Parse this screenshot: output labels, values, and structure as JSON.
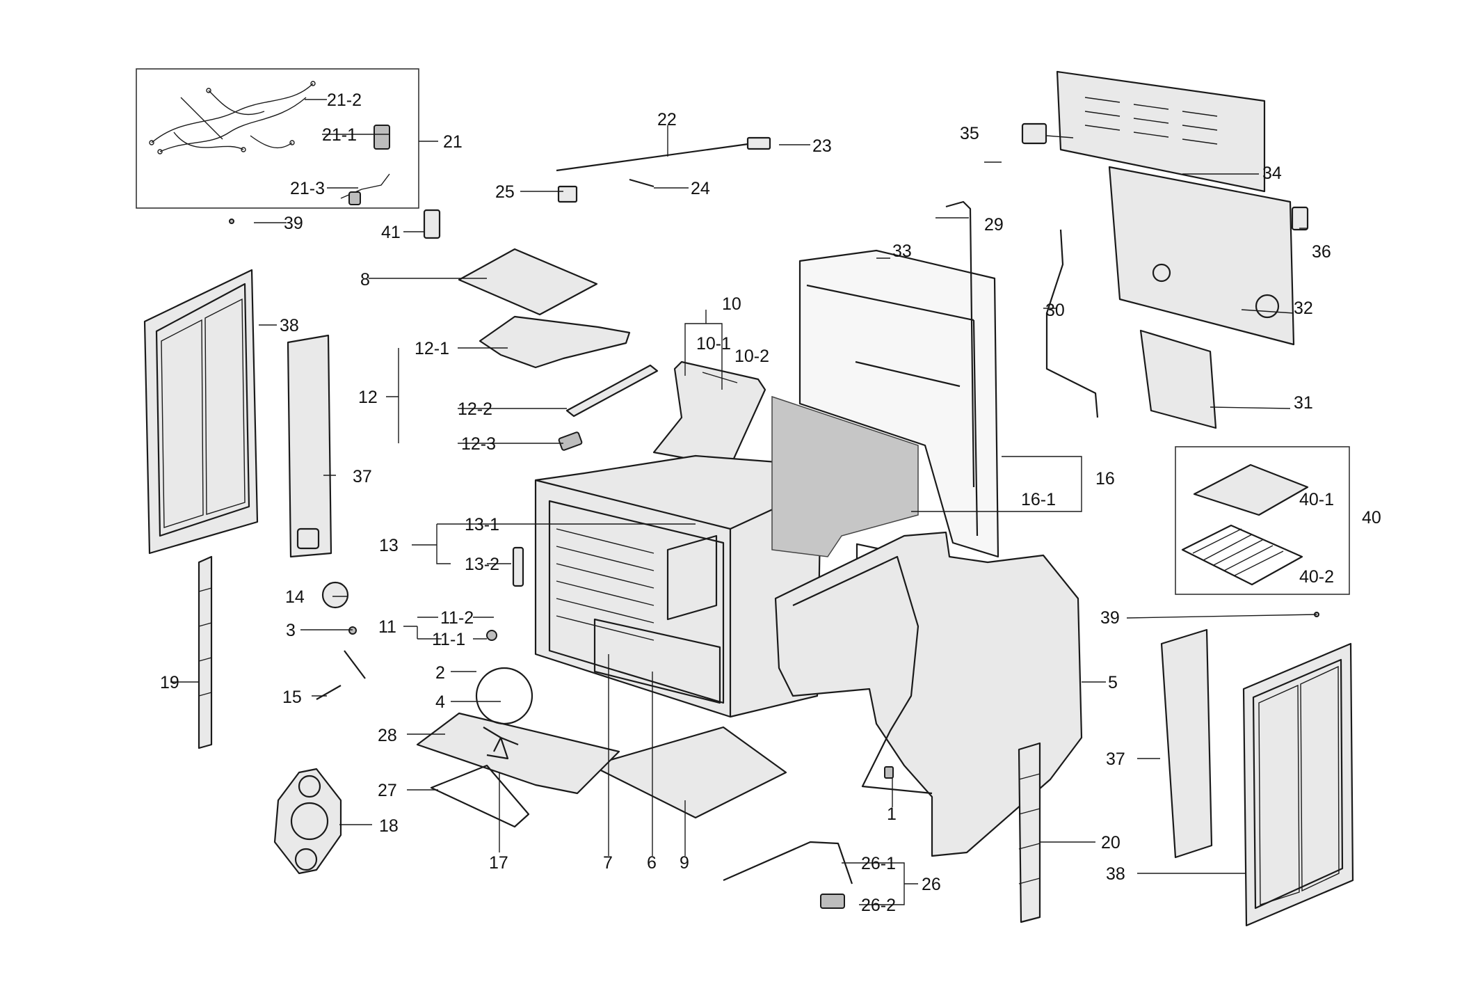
{
  "callouts": {
    "c1": "1",
    "c2": "2",
    "c3": "3",
    "c4": "4",
    "c5": "5",
    "c6": "6",
    "c7": "7",
    "c8": "8",
    "c9": "9",
    "c10": "10",
    "c10_1": "10-1",
    "c10_2": "10-2",
    "c11": "11",
    "c11_1": "11-1",
    "c11_2": "11-2",
    "c12": "12",
    "c12_1": "12-1",
    "c12_2": "12-2",
    "c12_3": "12-3",
    "c13": "13",
    "c13_1": "13-1",
    "c13_2": "13-2",
    "c14": "14",
    "c15": "15",
    "c16": "16",
    "c16_1": "16-1",
    "c17": "17",
    "c18": "18",
    "c19": "19",
    "c20": "20",
    "c21": "21",
    "c21_1": "21-1",
    "c21_2": "21-2",
    "c21_3": "21-3",
    "c22": "22",
    "c23": "23",
    "c24": "24",
    "c25": "25",
    "c26": "26",
    "c26_1": "26-1",
    "c26_2": "26-2",
    "c27": "27",
    "c28": "28",
    "c29": "29",
    "c30": "30",
    "c31": "31",
    "c32": "32",
    "c33": "33",
    "c34": "34",
    "c35": "35",
    "c36": "36",
    "c37a": "37",
    "c37b": "37",
    "c38a": "38",
    "c38b": "38",
    "c39a": "39",
    "c39b": "39",
    "c40": "40",
    "c40_1": "40-1",
    "c40_2": "40-2",
    "c41": "41"
  }
}
